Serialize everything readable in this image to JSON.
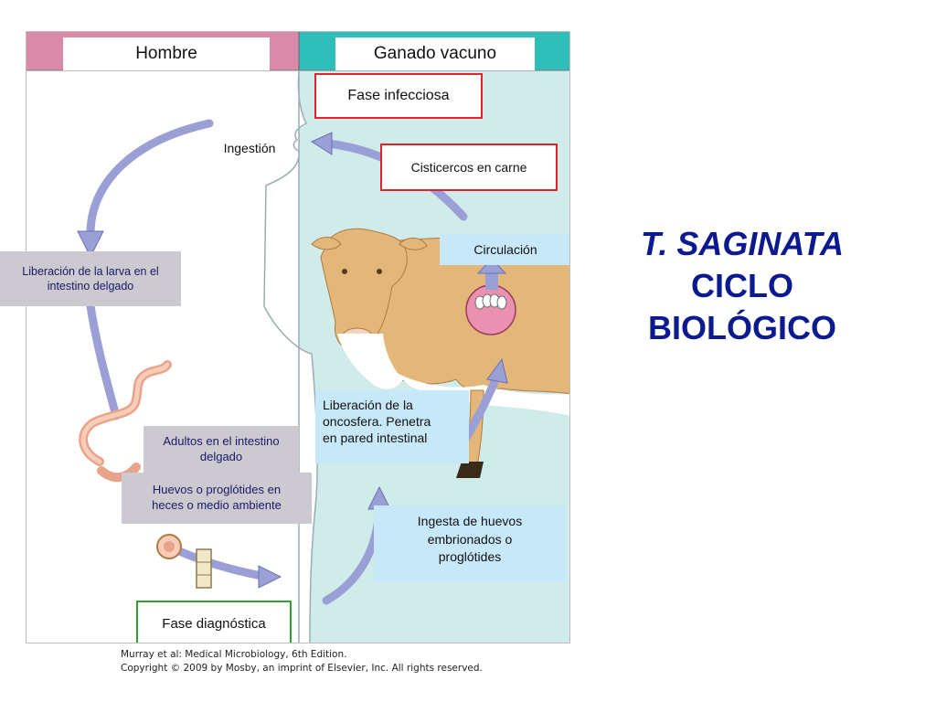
{
  "header": {
    "human_label": "Hombre",
    "cattle_label": "Ganado vacuno"
  },
  "boxes": {
    "infective_stage": "Fase infecciosa",
    "ingestion": "Ingestión",
    "cysticerci": "Cisticercos en carne",
    "circulation": "Circulación",
    "larva_release_line1": "Liberación de la larva en el",
    "larva_release_line2": "intestino delgado",
    "oncosphere_line1": "Liberación de la",
    "oncosphere_line2": "oncosfera. Penetra",
    "oncosphere_line3": "en pared intestinal",
    "adults_line1": "Adultos en el intestino",
    "adults_line2": "delgado",
    "eggs_line1": "Huevos o proglótides en",
    "eggs_line2": "heces o medio ambiente",
    "ingest_eggs_line1": "Ingesta de huevos",
    "ingest_eggs_line2": "embrionados o",
    "ingest_eggs_line3": "proglótides",
    "diagnostic_stage": "Fase diagnóstica"
  },
  "credit": {
    "line1": "Murray et al: Medical Microbiology, 6th Edition.",
    "line2": "Copyright © 2009 by Mosby, an imprint of Elsevier, Inc. All rights reserved."
  },
  "title": {
    "line1": "T. SAGINATA",
    "line2": "CICLO",
    "line3": "BIOLÓGICO"
  },
  "colors": {
    "human_band": "#d98aa8",
    "cattle_band": "#2fbfb8",
    "cattle_bg": "#cfeceb",
    "arrow": "#9a9fd6",
    "red_border": "#e0232a",
    "green_border": "#2fa12f",
    "title": "#0b1a8f"
  }
}
